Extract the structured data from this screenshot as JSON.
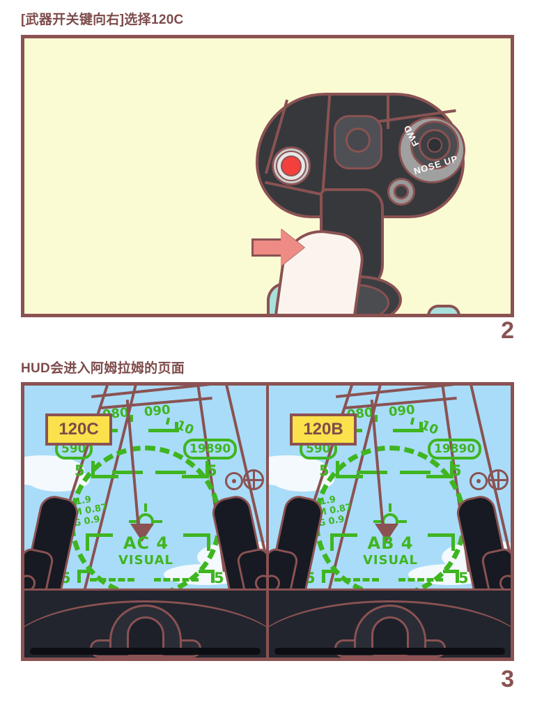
{
  "captions": {
    "panel2": "[武器开关键向右]选择120C",
    "panel3": "HUD会进入阿姆拉姆的页面"
  },
  "panel_numbers": {
    "two": "2",
    "three": "3"
  },
  "colors": {
    "frame_brown": "#8a5252",
    "panel2_bg": "#fbfbd3",
    "sky_blue": "#a9dcf8",
    "hud_green": "#3fb520",
    "tag_yellow": "#fbe14b",
    "arrow_red": "#ee8b84",
    "button_red": "#f4403c",
    "glove_cream": "#fbf4ee",
    "sleeve_teal": "#a8e0dc",
    "cockpit_dark": "#22252e"
  },
  "joystick": {
    "labels": {
      "fwd": "FWD",
      "nose_up": "NOSE UP"
    },
    "icons": {
      "red_button": "red-pickle-button-icon",
      "hat_switch": "hat-switch-icon",
      "trim_dial": "trim-dial-icon",
      "small_button": "small-button-icon",
      "arrow": "right-arrow-icon",
      "hand": "gloved-hand-icon"
    }
  },
  "hud_panels": [
    {
      "tag_label": "120C",
      "mode_main": "AC 4",
      "mode_sub": "VISUAL",
      "airspeed": "590",
      "altitude": "19890",
      "pitch_left": "5",
      "pitch_right": "5",
      "pitch_bottom_left": "5",
      "pitch_bottom_right": "5",
      "heading_ticks": [
        "080",
        "090",
        "10"
      ],
      "sensors": [
        {
          "label": "∝ 1.9"
        },
        {
          "label": "M 0.87"
        },
        {
          "label": "G 0.9"
        }
      ]
    },
    {
      "tag_label": "120B",
      "mode_main": "AB 4",
      "mode_sub": "VISUAL",
      "airspeed": "590",
      "altitude": "19890",
      "pitch_left": "5",
      "pitch_right": "5",
      "pitch_bottom_left": "5",
      "pitch_bottom_right": "5",
      "heading_ticks": [
        "080",
        "090",
        "10"
      ],
      "sensors": [
        {
          "label": "∝ 1.9"
        },
        {
          "label": "M 0.87"
        },
        {
          "label": "G 0.9"
        }
      ]
    }
  ]
}
